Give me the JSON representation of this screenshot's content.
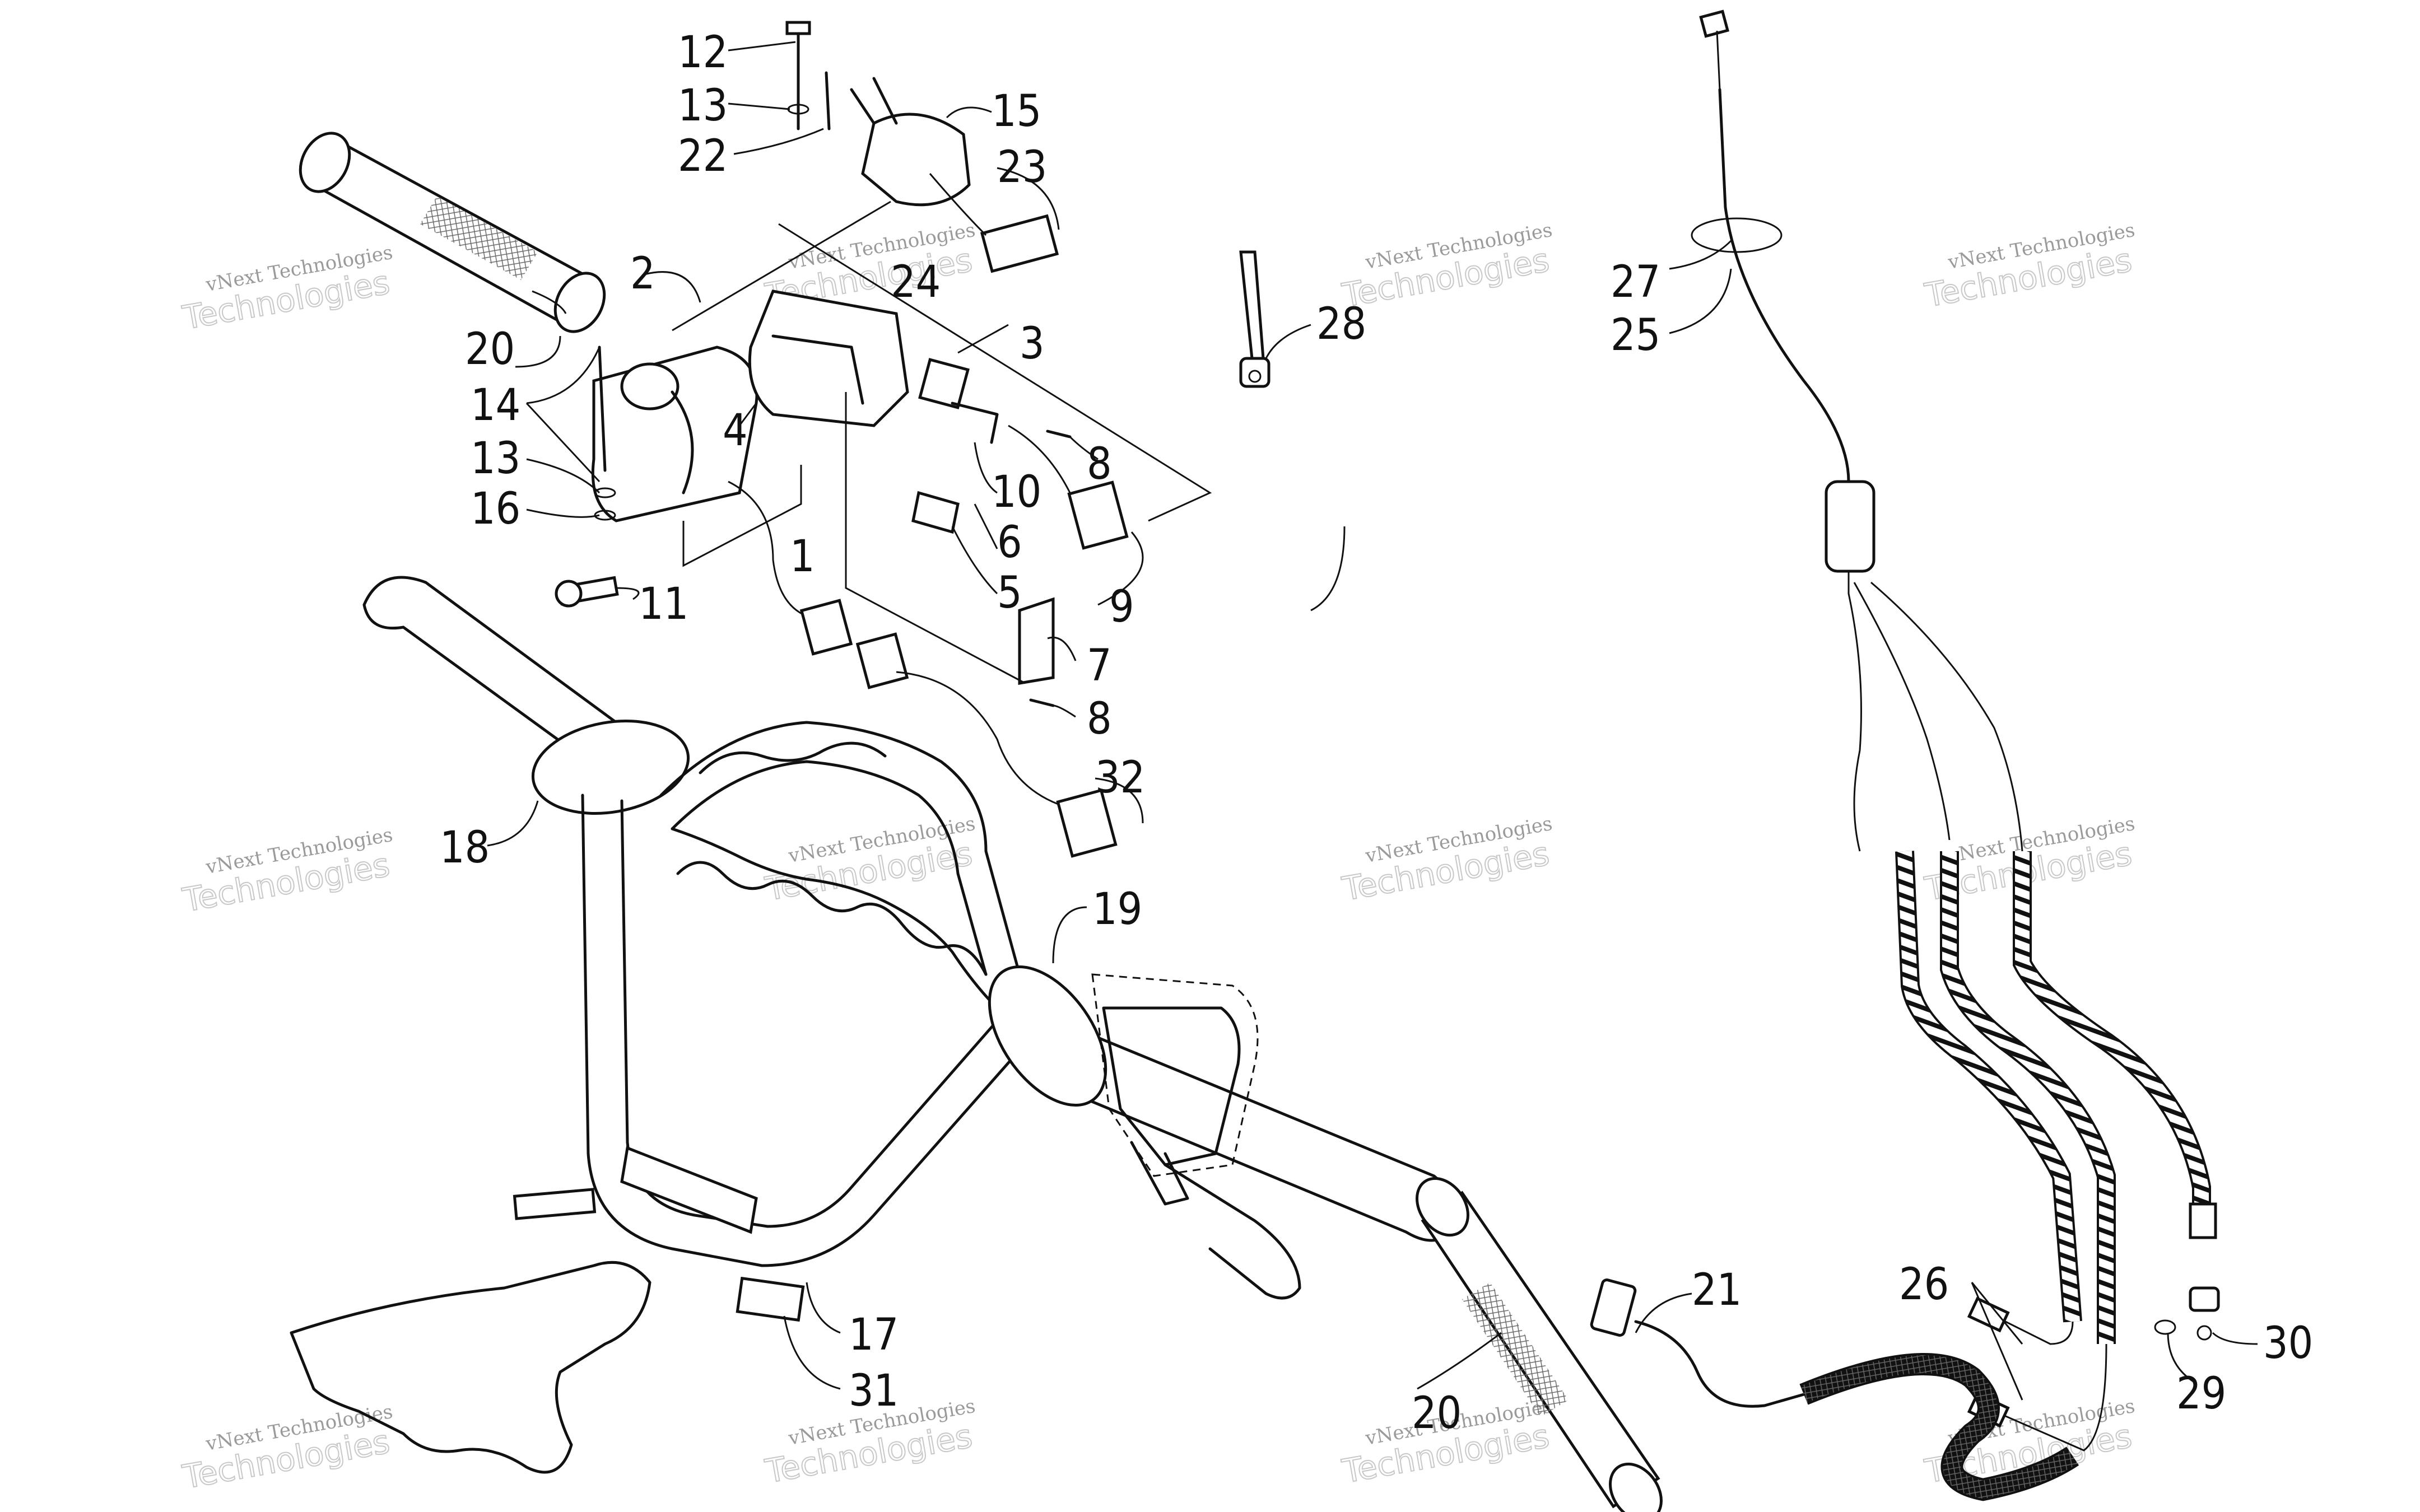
{
  "watermarks": [
    {
      "line1": "vNext Technologies",
      "line2": "Technologies"
    },
    {
      "line1": "vNext Technologies",
      "line2": "Technologies"
    },
    {
      "line1": "vNext Technologies",
      "line2": "Technologies"
    },
    {
      "line1": "vNext Technologies",
      "line2": "Technologies"
    },
    {
      "line1": "vNext Technologies",
      "line2": "Technologies"
    },
    {
      "line1": "vNext Technologies",
      "line2": "Technologies"
    },
    {
      "line1": "vNext Technologies",
      "line2": "Technologies"
    },
    {
      "line1": "vNext Technologies",
      "line2": "Technologies"
    },
    {
      "line1": "vNext Technologies",
      "line2": "Technologies"
    },
    {
      "line1": "vNext Technologies",
      "line2": "Technologies"
    },
    {
      "line1": "vNext Technologies",
      "line2": "Technologies"
    },
    {
      "line1": "vNext Technologies",
      "line2": "Technologies"
    }
  ],
  "callouts": {
    "c1": "1",
    "c2": "2",
    "c3": "3",
    "c4": "4",
    "c5": "5",
    "c6": "6",
    "c7": "7",
    "c8a": "8",
    "c8b": "8",
    "c9": "9",
    "c10": "10",
    "c11": "11",
    "c12": "12",
    "c13a": "13",
    "c13b": "13",
    "c14": "14",
    "c15": "15",
    "c16": "16",
    "c17": "17",
    "c18": "18",
    "c19": "19",
    "c20a": "20",
    "c20b": "20",
    "c21": "21",
    "c22": "22",
    "c23": "23",
    "c24": "24",
    "c25": "25",
    "c26": "26",
    "c27": "27",
    "c28": "28",
    "c29": "29",
    "c30": "30",
    "c31": "31",
    "c32": "32"
  },
  "colors": {
    "line": "#111111",
    "watermark": "#9a9a9a",
    "background": "#ffffff"
  }
}
